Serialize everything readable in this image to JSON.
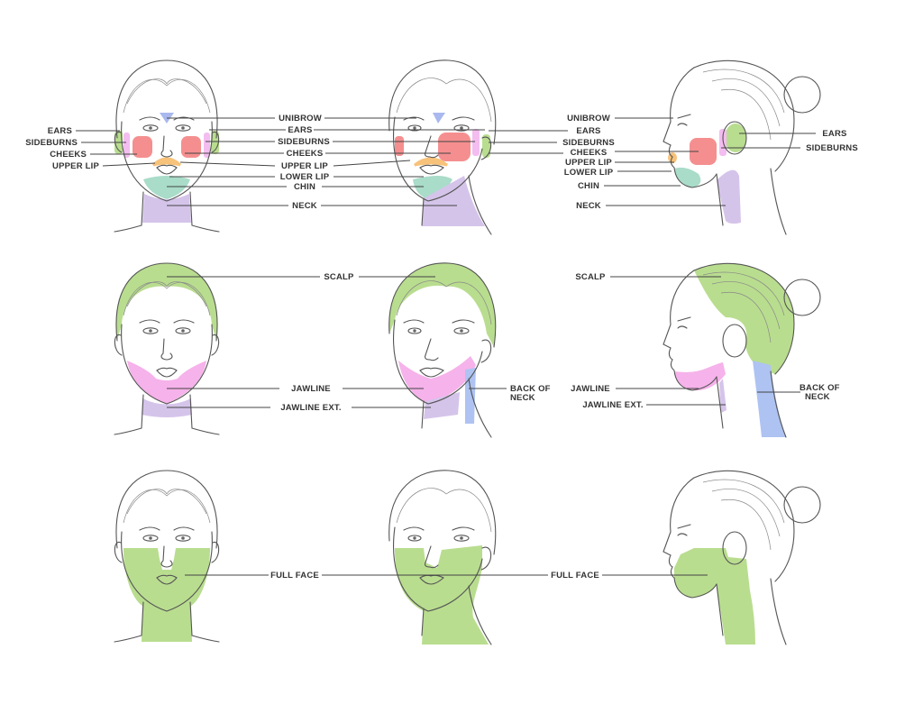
{
  "colors": {
    "ears": "#b9dd8f",
    "sideburns": "#f3bdf0",
    "cheeks": "#f58f8f",
    "upper_lip": "#f7c27a",
    "chin": "#a9dcc9",
    "neck": "#d5c4ea",
    "unibrow": "#a9b8ee",
    "scalp": "#b9dd8f",
    "jawline": "#f6b2ea",
    "jawline_ext": "#d5c4ea",
    "back_of_neck": "#aec3f2",
    "full_face": "#b9dd8f"
  },
  "row1": {
    "left": [
      "EARS",
      "SIDEBURNS",
      "CHEEKS",
      "UPPER LIP"
    ],
    "middle": [
      "UNIBROW",
      "EARS",
      "SIDEBURNS",
      "CHEEKS",
      "UPPER LIP",
      "LOWER LIP",
      "CHIN",
      "NECK"
    ],
    "right_middle": [
      "UNIBROW",
      "EARS",
      "SIDEBURNS",
      "CHEEKS",
      "UPPER LIP",
      "LOWER LIP",
      "CHIN",
      "NECK"
    ],
    "far_right": [
      "EARS",
      "SIDEBURNS"
    ]
  },
  "row2": {
    "middle": [
      "SCALP",
      "JAWLINE",
      "JAWLINE EXT."
    ],
    "back_of_neck_1": [
      "BACK OF",
      "NECK"
    ],
    "right_middle": [
      "SCALP",
      "JAWLINE",
      "JAWLINE EXT."
    ],
    "back_of_neck_2": [
      "BACK OF",
      "NECK"
    ]
  },
  "row3": {
    "middle": "FULL FACE",
    "right_middle": "FULL FACE"
  }
}
